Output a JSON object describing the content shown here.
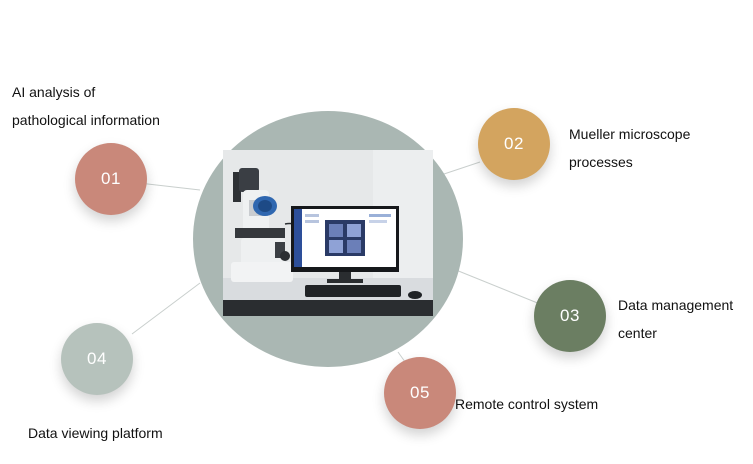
{
  "colors": {
    "hub": "#aab7b3",
    "node_01": "#c9887a",
    "node_02": "#d3a45f",
    "node_03": "#6b7e62",
    "node_04": "#b6c2bc",
    "node_05": "#c9887a",
    "connector": "#c9cfcd"
  },
  "nodes": [
    {
      "id": "01",
      "label_lines": [
        "AI analysis of",
        "pathological information"
      ]
    },
    {
      "id": "02",
      "label_lines": [
        "Mueller microscope",
        "processes"
      ]
    },
    {
      "id": "03",
      "label_lines": [
        "Data management",
        "center"
      ]
    },
    {
      "id": "04",
      "label_lines": [
        "Data viewing platform"
      ]
    },
    {
      "id": "05",
      "label_lines": [
        "Remote control system"
      ]
    }
  ],
  "center_image": {
    "icon": "microscope-workstation-photo"
  }
}
